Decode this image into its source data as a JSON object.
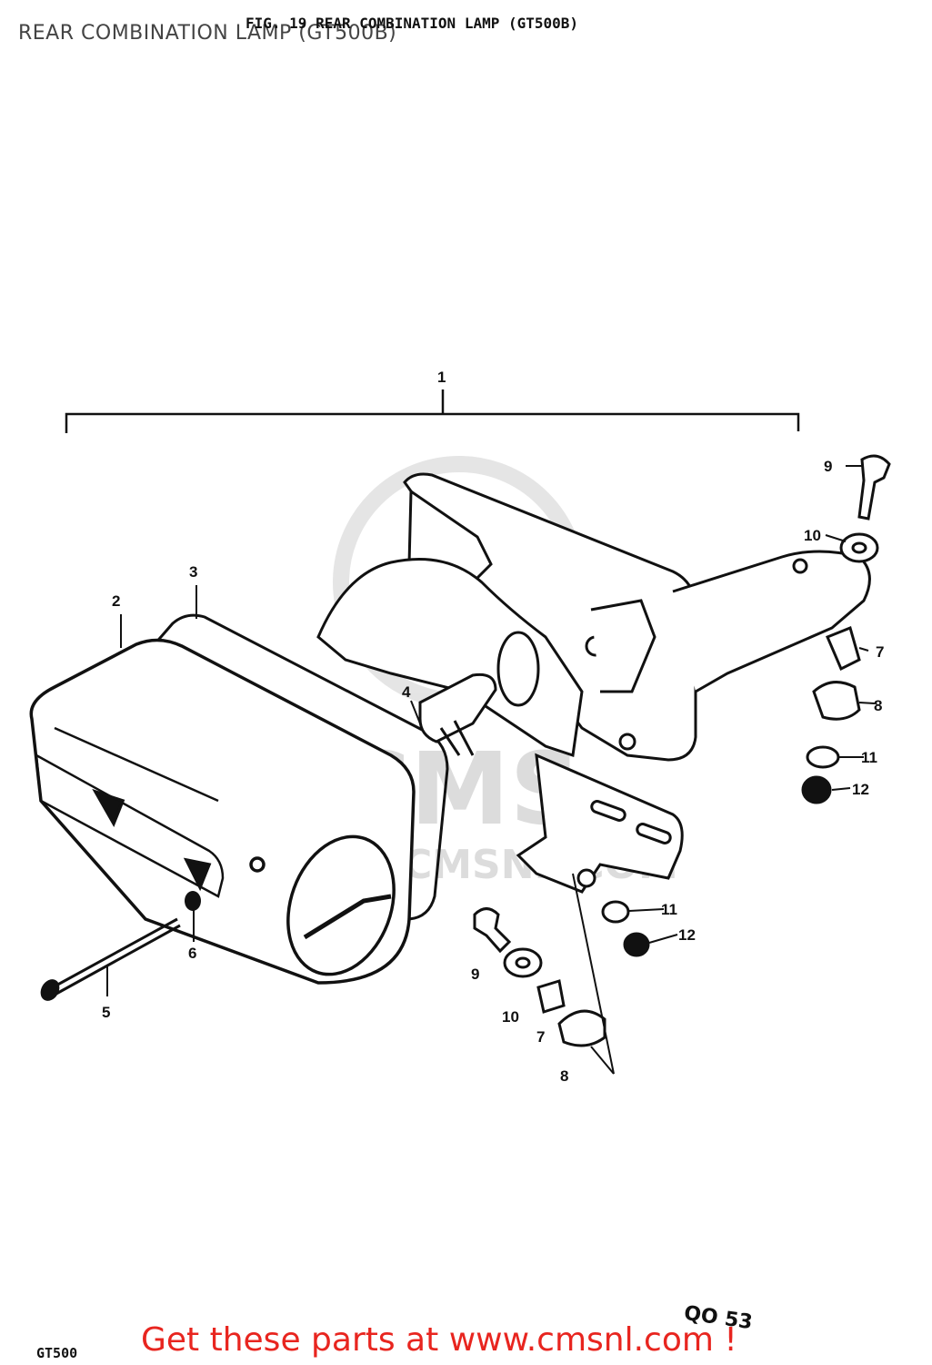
{
  "page": {
    "title": "REAR COMBINATION LAMP (GT500B)",
    "figure_caption": "FIG. 19  REAR COMBINATION LAMP (GT500B)",
    "model_code": "GT500",
    "page_code": "QO 53",
    "promo_prefix": "Get these parts at ",
    "promo_link": "www.cmsnl.com",
    "promo_suffix": " !",
    "promo_color": "#e8251f"
  },
  "watermark": {
    "brand": "CMS",
    "url": "WWW.CMSNL.COM"
  },
  "callouts": [
    {
      "id": "c1",
      "number": "1"
    },
    {
      "id": "c2",
      "number": "2"
    },
    {
      "id": "c3",
      "number": "3"
    },
    {
      "id": "c4",
      "number": "4"
    },
    {
      "id": "c5",
      "number": "5"
    },
    {
      "id": "c6",
      "number": "6"
    },
    {
      "id": "c7a",
      "number": "7"
    },
    {
      "id": "c7b",
      "number": "7"
    },
    {
      "id": "c8a",
      "number": "8"
    },
    {
      "id": "c8b",
      "number": "8"
    },
    {
      "id": "c9a",
      "number": "9"
    },
    {
      "id": "c9b",
      "number": "9"
    },
    {
      "id": "c10a",
      "number": "10"
    },
    {
      "id": "c10b",
      "number": "10"
    },
    {
      "id": "c11a",
      "number": "11"
    },
    {
      "id": "c11b",
      "number": "11"
    },
    {
      "id": "c12a",
      "number": "12"
    },
    {
      "id": "c12b",
      "number": "12"
    }
  ]
}
